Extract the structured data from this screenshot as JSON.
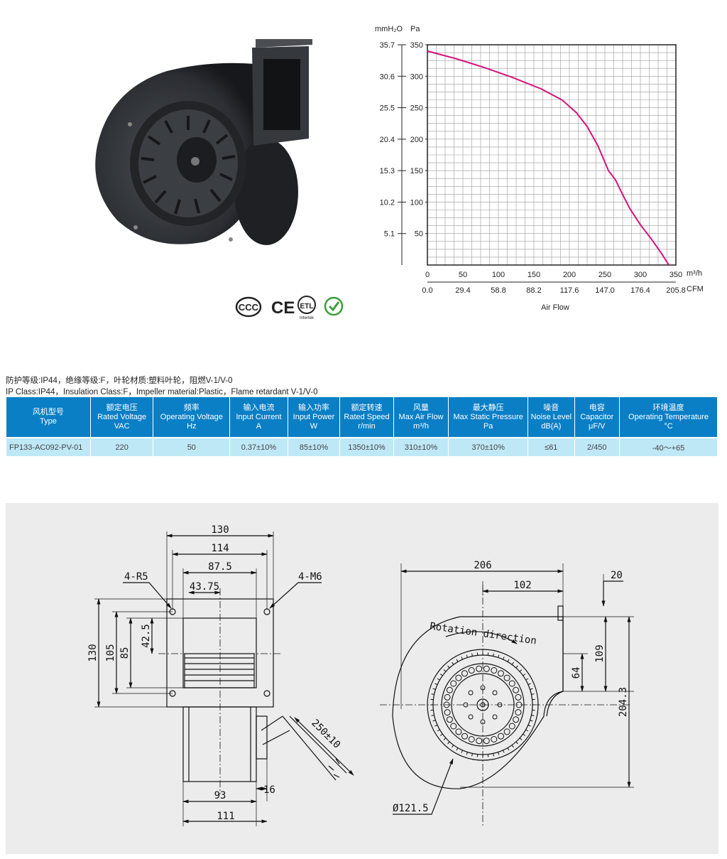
{
  "certifications": {
    "ce_label": "CE",
    "etl_label": "ETL",
    "etl_sub": "Intertek"
  },
  "chart_data": {
    "type": "line",
    "xlabel": "Air Flow",
    "x_unit": "m³/h",
    "x2_unit": "CFM",
    "y_unit_left": "mmH₂O",
    "y_unit_right": "Pa",
    "x_ticks": [
      "0",
      "50",
      "100",
      "150",
      "200",
      "250",
      "300",
      "350"
    ],
    "x2_ticks": [
      "0.0",
      "29.4",
      "58.8",
      "88.2",
      "117.6",
      "147.0",
      "176.4",
      "205.8"
    ],
    "y_ticks": [
      "50",
      "100",
      "150",
      "200",
      "250",
      "300",
      "350"
    ],
    "y2_ticks": [
      "5.1",
      "10.2",
      "15.3",
      "20.4",
      "25.5",
      "30.6",
      "35.7"
    ],
    "xlim": [
      0,
      350
    ],
    "ylim": [
      0,
      350
    ],
    "grid": true,
    "series": [
      {
        "color": "#d4127a",
        "x": [
          0,
          40,
          80,
          120,
          160,
          190,
          210,
          225,
          240,
          255,
          265,
          275,
          285,
          300,
          315,
          330,
          340
        ],
        "y": [
          340,
          328,
          314,
          298,
          280,
          262,
          242,
          220,
          190,
          150,
          135,
          112,
          90,
          64,
          42,
          18,
          0
        ]
      }
    ]
  },
  "notes": {
    "cn": "防护等级:IP44，绝缘等级:F，叶轮材质:塑料叶轮，阻燃V-1/V-0",
    "en": "IP Class:IP44，Insulation Class:F，Impeller material:Plastic，Flame retardant V-1/V-0"
  },
  "table": {
    "headers": [
      [
        "风机型号",
        "Type",
        ""
      ],
      [
        "额定电压",
        "Rated Voltage",
        "VAC"
      ],
      [
        "频率",
        "Operating Voltage",
        "Hz"
      ],
      [
        "输入电流",
        "Input Current",
        "A"
      ],
      [
        "输入功率",
        "Input Power",
        "W"
      ],
      [
        "额定转速",
        "Rated Speed",
        "r/min"
      ],
      [
        "风量",
        "Max Air Flow",
        "m³/h"
      ],
      [
        "最大静压",
        "Max Static Pressure",
        "Pa"
      ],
      [
        "噪音",
        "Noise Level",
        "dB(A)"
      ],
      [
        "电容",
        "Capacitor",
        "μF/V"
      ],
      [
        "环境温度",
        "Operating Temperature",
        "°C"
      ]
    ],
    "row": [
      "FP133-AC092-PV-01",
      "220",
      "50",
      "0.37±10%",
      "85±10%",
      "1350±10%",
      "310±10%",
      "370±10%",
      "≤61",
      "2/450",
      "-40～+65"
    ]
  },
  "drawing": {
    "front": {
      "d130_top": "130",
      "d114": "114",
      "d87_5": "87.5",
      "d43_75": "43.75",
      "r5": "4-R5",
      "m6": "4-M6",
      "d42_5": "42.5",
      "d85": "85",
      "d105": "105",
      "d130_left": "130",
      "d93": "93",
      "d16": "16",
      "d111": "111",
      "cable": "250±10"
    },
    "side": {
      "d206": "206",
      "d102": "102",
      "d20": "20",
      "d109": "109",
      "d64": "64",
      "d204_3": "204.3",
      "dia": "Ø121.5",
      "rotation": "Rotation direction"
    }
  }
}
